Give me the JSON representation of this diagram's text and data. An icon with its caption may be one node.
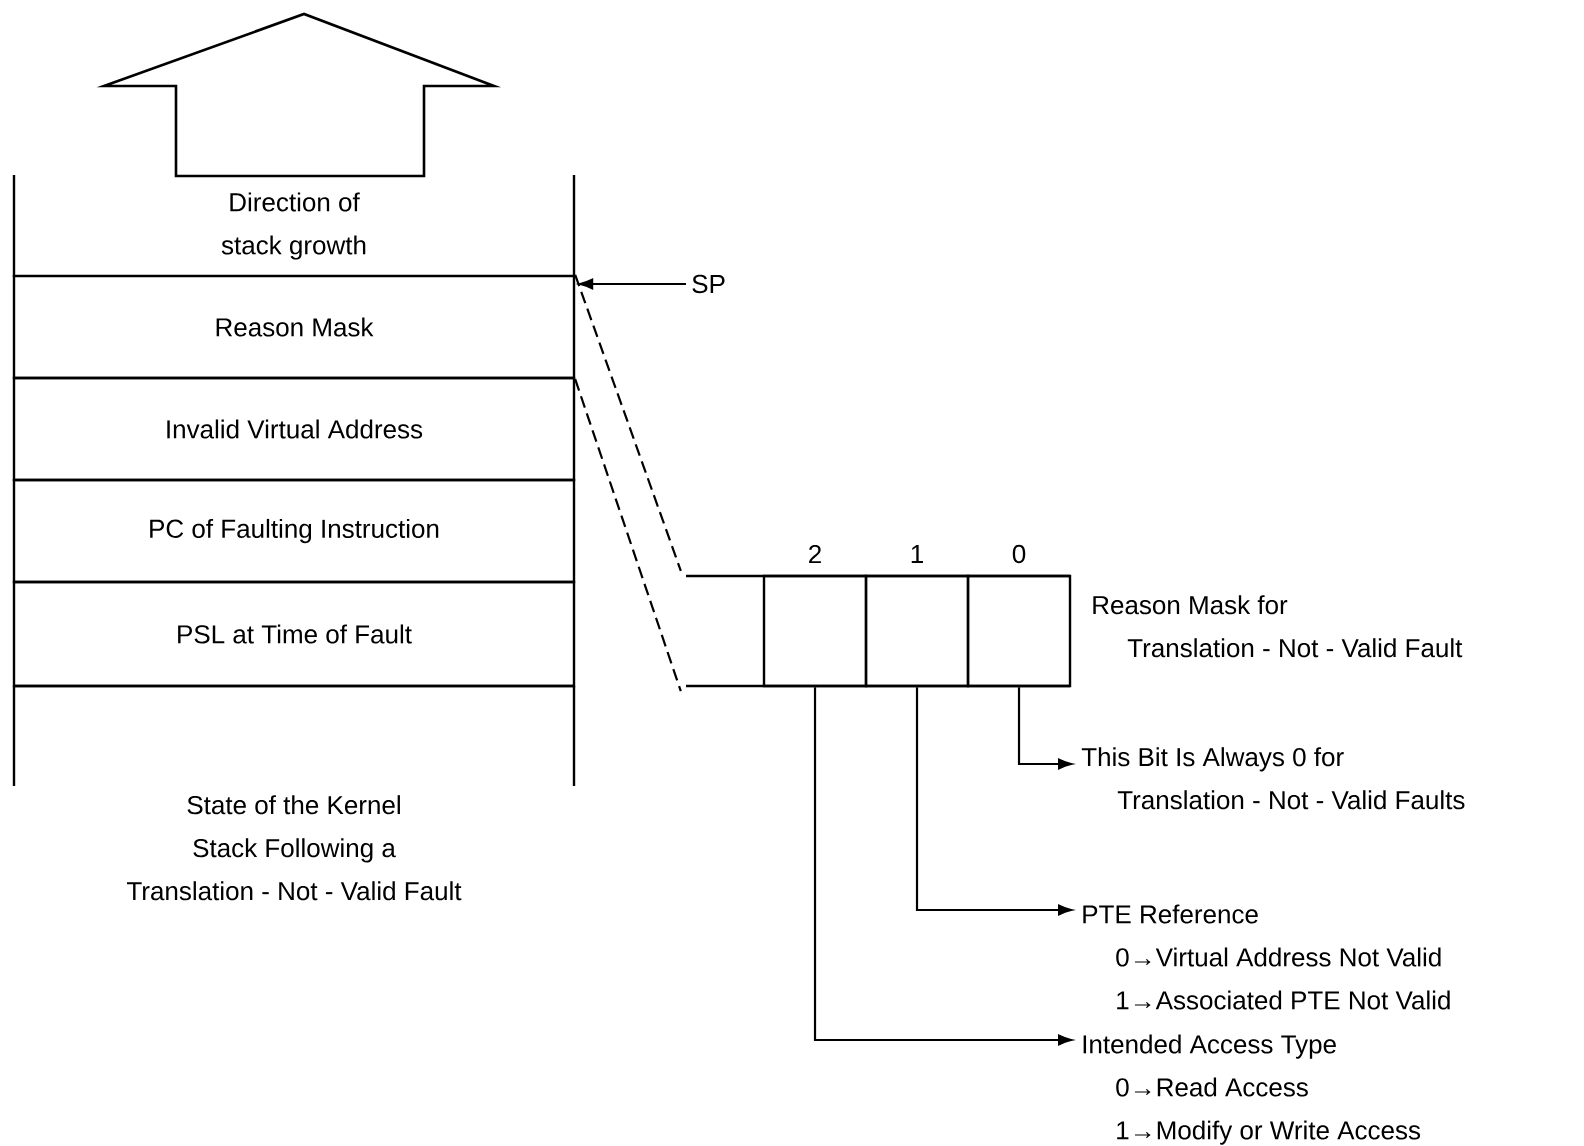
{
  "diagram": {
    "caption": "State of the Kernel Stack Following a Translation - Not - Valid Fault",
    "labels": [
      "Reason Mask for Translation - Not - Valid Fault"
    ],
    "nodes": [
      {
        "text": [
          "Direction of stack growth"
        ]
      },
      {
        "text": [
          "Reason Mask"
        ]
      },
      {
        "text": [
          "Invalid Virtual Address"
        ]
      },
      {
        "text": [
          "PC of Faulting Instruction"
        ]
      },
      {
        "text": [
          "PSL at Time of Fault"
        ]
      },
      {
        "text": [],
        "shape": "box"
      },
      {
        "text": [
          "SP"
        ]
      },
      {
        "text": [],
        "shape": "box"
      },
      {
        "text": [],
        "shape": "box",
        "in": 7,
        "beside": [
          "2"
        ]
      },
      {
        "text": [],
        "shape": "box",
        "in": 7,
        "beside": [
          "1"
        ]
      },
      {
        "text": [],
        "shape": "box",
        "in": 7,
        "beside": [
          "0"
        ]
      },
      {
        "text": [
          "This Bit Is Always 0 for Translation - Not - Valid Faults"
        ]
      },
      {
        "text": [
          "PTE Reference",
          "0→Virtual Address Not Valid",
          "1→Associated PTE Not Valid"
        ]
      },
      {
        "text": [
          "Intended Access Type",
          "0→Read Access",
          "1→Modify or Write Access"
        ]
      }
    ],
    "edges": [
      {
        "from": 6,
        "to": 1,
        "arrow": "to"
      },
      {
        "from": 1,
        "to": 7,
        "arrow": "none",
        "style": "dashed"
      },
      {
        "from": 1,
        "to": 7,
        "arrow": "none",
        "style": "dashed"
      },
      {
        "from": 10,
        "to": 11,
        "arrow": "to"
      },
      {
        "from": 9,
        "to": 12,
        "arrow": "to"
      },
      {
        "from": 8,
        "to": 13,
        "arrow": "to"
      }
    ]
  }
}
